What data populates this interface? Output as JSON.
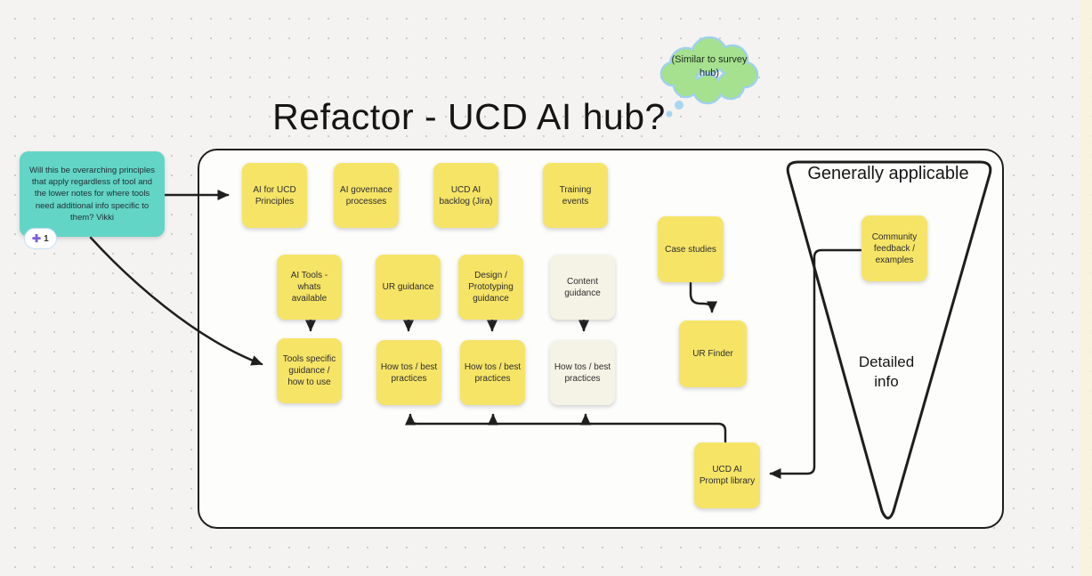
{
  "page": {
    "title": "Refactor - UCD AI hub?"
  },
  "thought_bubble": {
    "text": "(Similar to survey hub)"
  },
  "comment": {
    "text": "Will this be overarching principles that apply regardless of tool and the lower notes for where tools need additional info specific to them? Vikki",
    "reaction_icon": "plus",
    "reaction_count": "1"
  },
  "board": {
    "row_top": [
      "AI for UCD Principles",
      "AI governace processes",
      "UCD AI backlog (Jira)",
      "Training events"
    ],
    "row_mid": [
      "AI Tools - whats available",
      "UR guidance",
      "Design / Prototyping guidance",
      "Content guidance"
    ],
    "row_how": [
      "Tools specific guidance / how to use",
      "How tos / best practices",
      "How tos / best practices",
      "How tos / best practices"
    ],
    "case_studies": "Case studies",
    "ur_finder": "UR Finder",
    "community_feedback": "Community feedback / examples",
    "prompt_library": "UCD AI Prompt library"
  },
  "funnel": {
    "top_label": "Generally applicable",
    "mid_label": "Detailed info"
  },
  "colors": {
    "sticky_yellow": "#F6E467",
    "sticky_cream": "#F5F3E5",
    "note_teal": "#63D5C6",
    "bubble_green": "#A5E18E",
    "bubble_border": "#9FD0EF",
    "accent_purple": "#7A5CD6",
    "line_dark": "#1F1F1F",
    "canvas_bg": "#F4F3F1"
  }
}
